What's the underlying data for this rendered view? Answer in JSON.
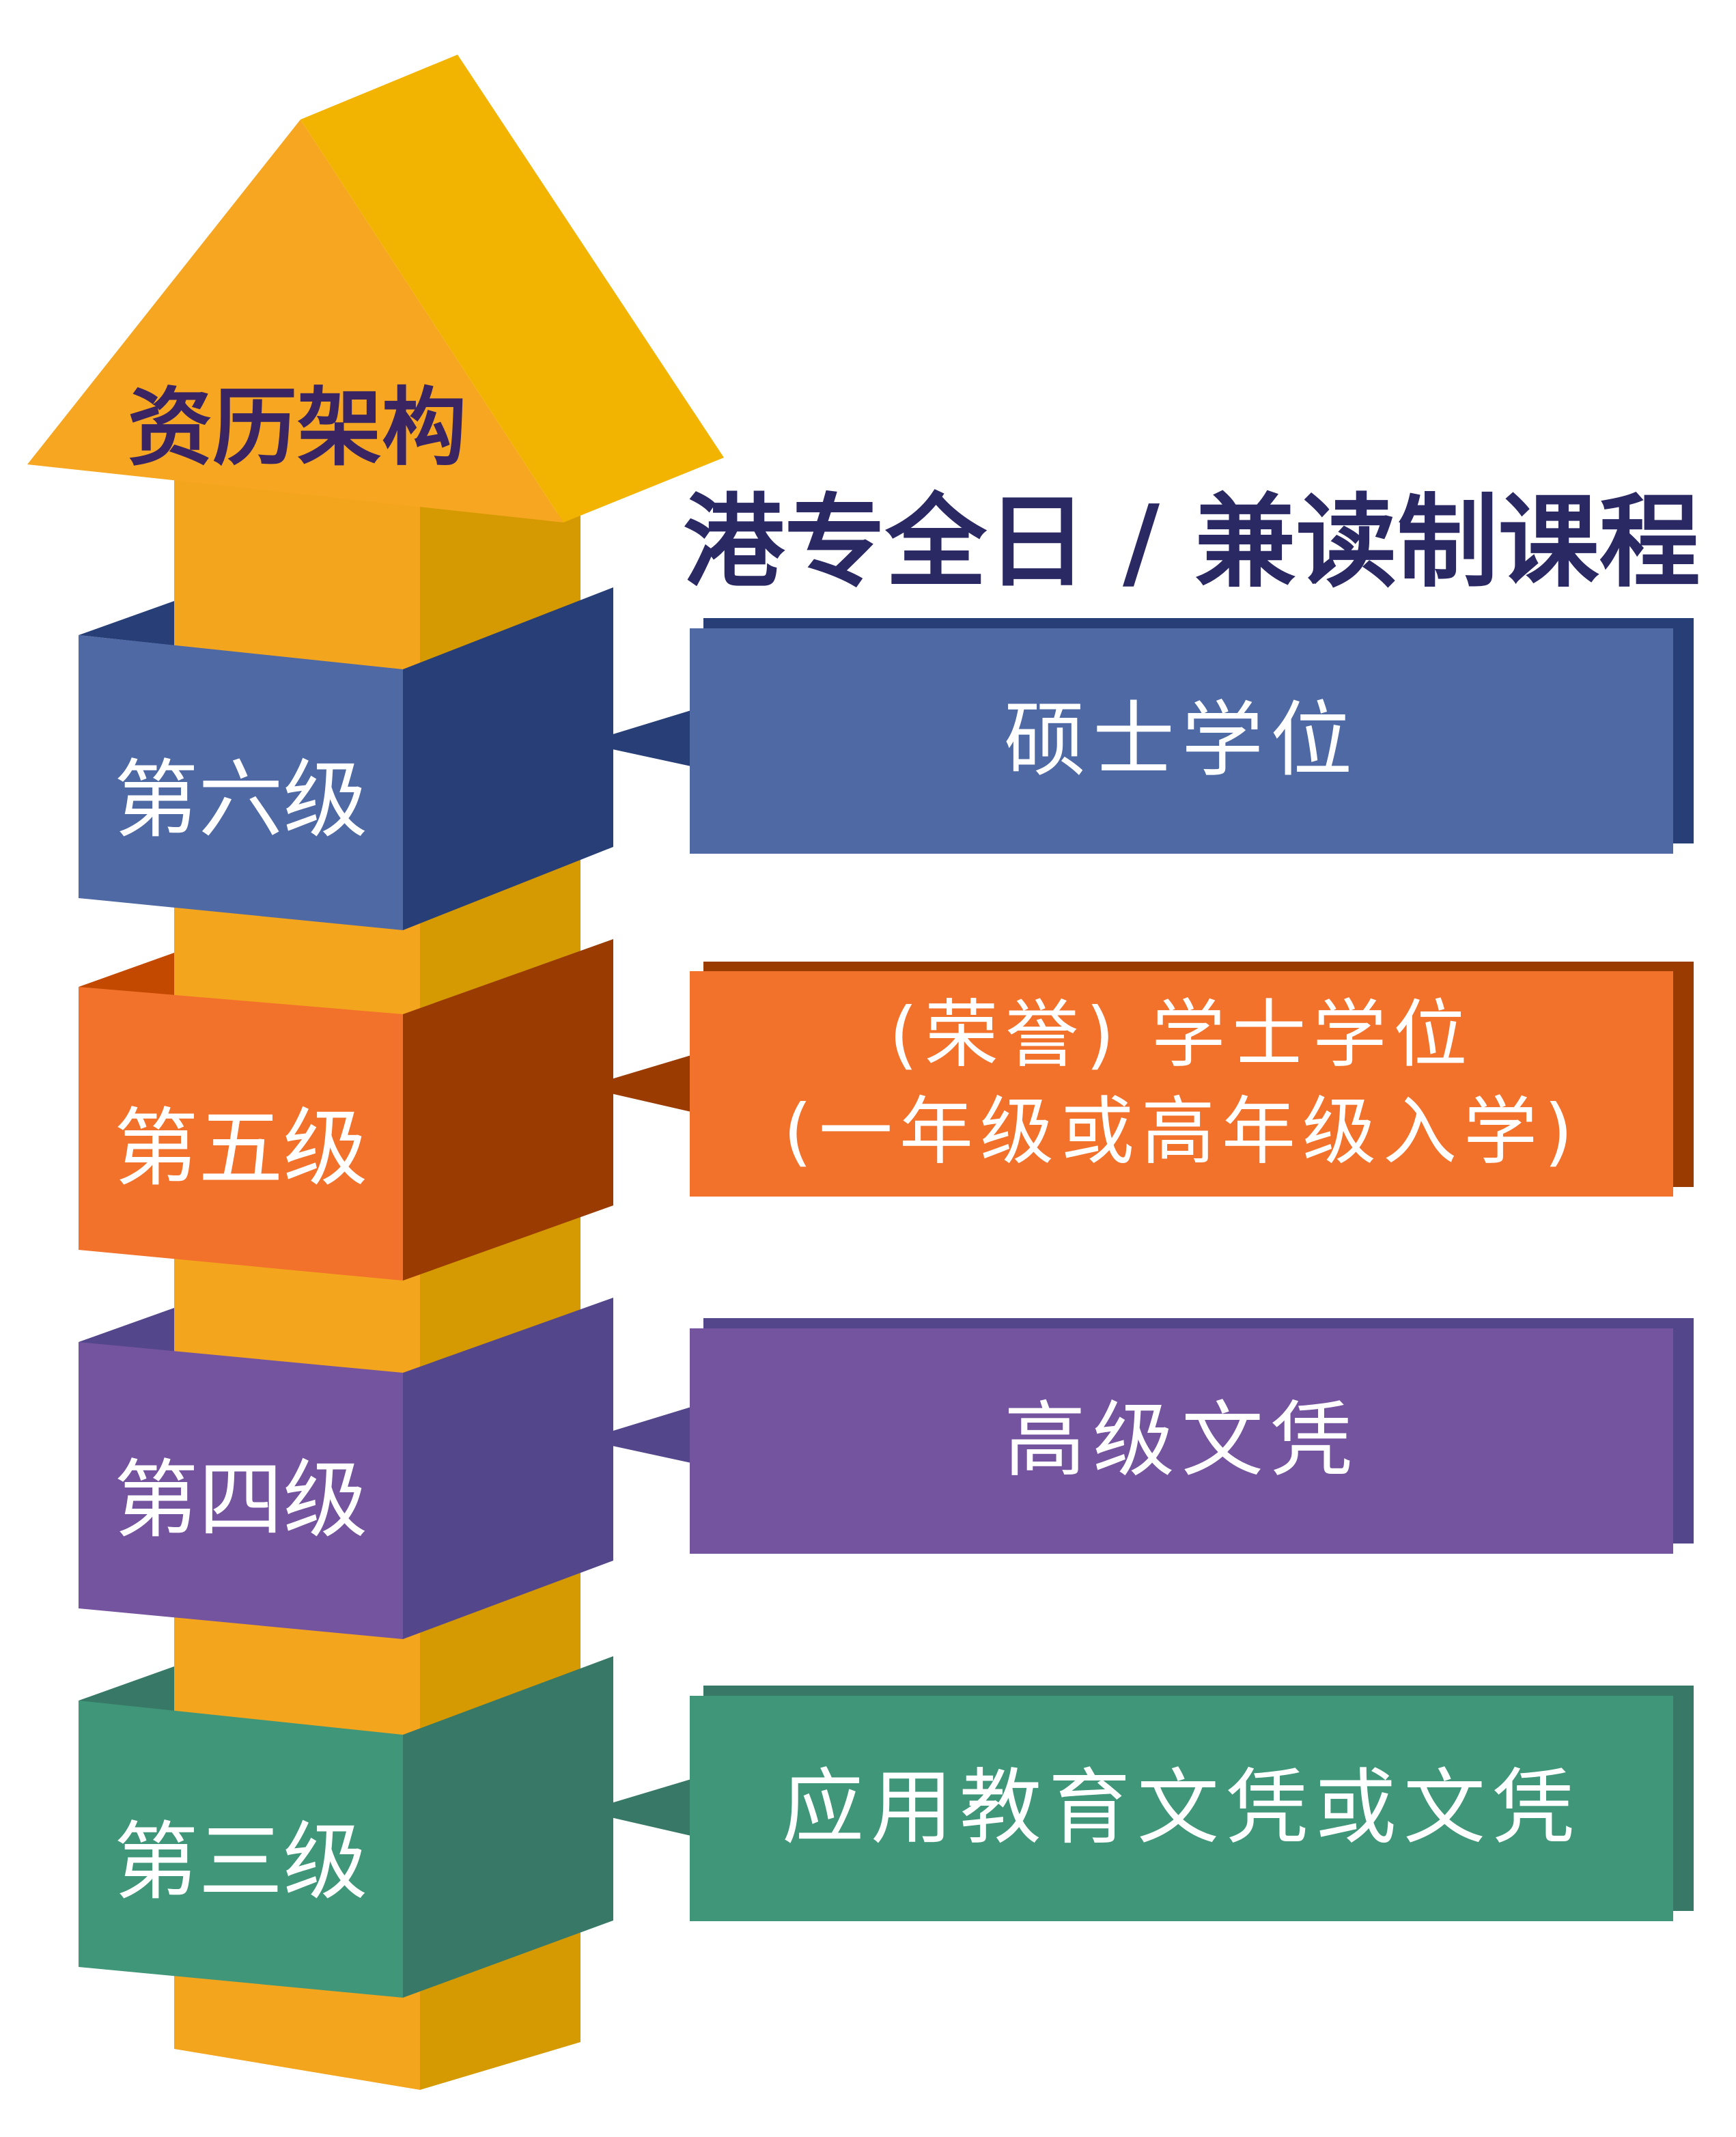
{
  "title": "港专全日 / 兼读制课程",
  "arrow_label": "资历架构",
  "levels": [
    {
      "label": "第六级",
      "programme": [
        "硕士学位"
      ],
      "color": "#4f69a4",
      "dark": "#273f76"
    },
    {
      "label": "第五级",
      "programme": [
        "(荣誉) 学士学位",
        "(一年级或高年级入学)"
      ],
      "color": "#f2722c",
      "dark": "#9a3c02"
    },
    {
      "label": "第四级",
      "programme": [
        "高级文凭"
      ],
      "color": "#74539f",
      "dark": "#54468b"
    },
    {
      "label": "第三级",
      "programme": [
        "应用教育文凭或文凭"
      ],
      "color": "#409679",
      "dark": "#377966"
    }
  ],
  "colors": {
    "pillar_front": "#f4a51e",
    "pillar_side": "#d59a01",
    "arrow_left": "#f6a620",
    "arrow_right": "#f2b401",
    "title_text": "#2a2964"
  }
}
